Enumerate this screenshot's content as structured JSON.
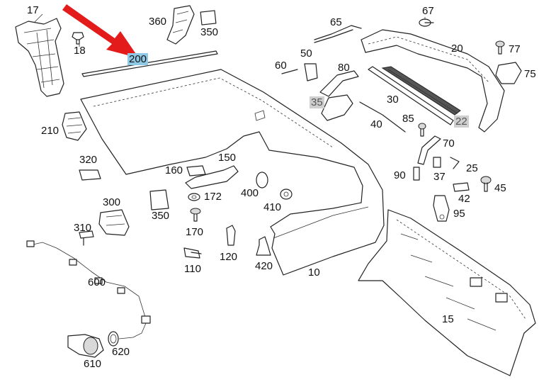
{
  "callouts": {
    "p10": "10",
    "p15": "15",
    "p17": "17",
    "p18": "18",
    "p20": "20",
    "p22": "22",
    "p25": "25",
    "p30": "30",
    "p35": "35",
    "p37": "37",
    "p40": "40",
    "p42": "42",
    "p45": "45",
    "p50": "50",
    "p60": "60",
    "p65": "65",
    "p67": "67",
    "p70": "70",
    "p75": "75",
    "p77": "77",
    "p80": "80",
    "p85": "85",
    "p90": "90",
    "p95": "95",
    "p110": "110",
    "p120": "120",
    "p150": "150",
    "p160": "160",
    "p170": "170",
    "p172": "172",
    "p200": "200",
    "p210": "210",
    "p300": "300",
    "p310": "310",
    "p320": "320",
    "p350a": "350",
    "p350b": "350",
    "p360": "360",
    "p400": "400",
    "p410": "410",
    "p420": "420",
    "p600": "600",
    "p610": "610",
    "p620": "620"
  },
  "highlight": {
    "selected_part": "200",
    "selected_color": "#8fc9e6",
    "grey_parts": [
      "35",
      "22"
    ],
    "grey_color": "#cfcfcf",
    "arrow_color": "#e31b1b"
  },
  "icons": {
    "pointer": "red-arrow-icon"
  }
}
